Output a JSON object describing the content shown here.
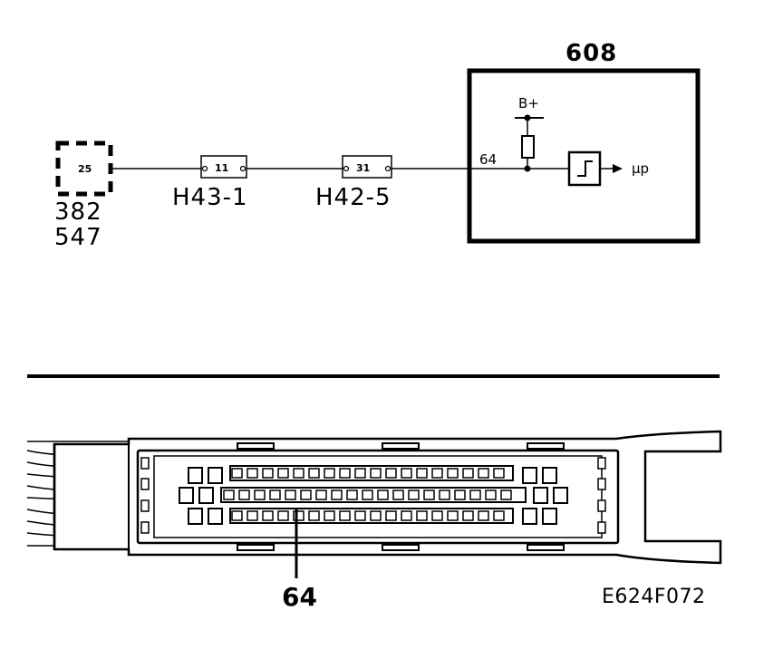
{
  "schematic": {
    "connector_382": {
      "pin": "25",
      "ids": [
        "382",
        "547"
      ]
    },
    "connector_h43": {
      "pin": "11",
      "label": "H43-1"
    },
    "connector_h42": {
      "pin": "31",
      "label": "H42-5"
    },
    "module_608": {
      "label": "608",
      "input_pin": "64",
      "supply": "B+",
      "output": "µp"
    }
  },
  "connector_view": {
    "callout": "64",
    "figure_code": "E624F072"
  }
}
